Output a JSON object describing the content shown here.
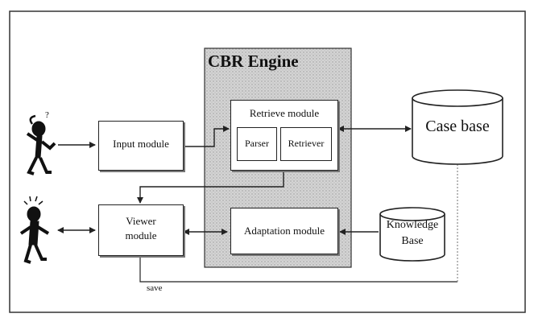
{
  "diagram": {
    "engine_title": "CBR Engine",
    "input_module": "Input module",
    "retrieve_module": "Retrieve module",
    "parser": "Parser",
    "retriever": "Retriever",
    "viewer_module_line1": "Viewer",
    "viewer_module_line2": "module",
    "adaptation_module": "Adaptation module",
    "case_base": "Case base",
    "knowledge_base_line1": "Knowledge",
    "knowledge_base_line2": "Base",
    "save_label": "save"
  },
  "colors": {
    "engine_fill": "#cfcfcf",
    "stroke": "#222222",
    "dotted_line": "#888888"
  }
}
